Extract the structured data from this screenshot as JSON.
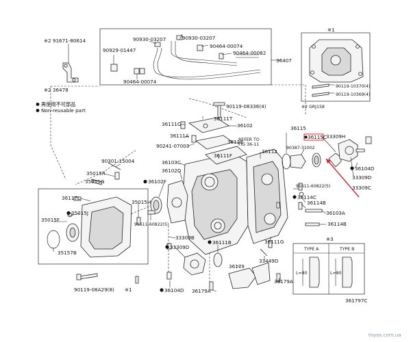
{
  "diagram": {
    "legend": {
      "items": [
        {
          "symbol": "●",
          "text": "再使用不可部品"
        },
        {
          "symbol": "●",
          "text": "Non-reusable part"
        }
      ]
    },
    "notes": {
      "n1": "※1",
      "n2": "※2 GRJ158",
      "n3": "※3"
    },
    "labels": {
      "p91671": "※2  91671-80614",
      "p36478": "※2  36478",
      "p36407": "36407",
      "p90929": "90929-01447",
      "p90930a": "90930-03207",
      "p90930b": "90930-03207",
      "p90464a": "90464-00074",
      "p90464b": "90464-00082",
      "p90464c": "90464-00074",
      "p90119_10370": "90119-10370(4)",
      "p90119_10369": "90119-10369(4)",
      "p90119_08336": "90119-08336(4)",
      "p36111t": "36111T",
      "p36111c": "36111C",
      "p36102": "36102",
      "p36111a": "36111A",
      "p90241": "90241-07003",
      "p36128": "36128",
      "p36111f": "36111F",
      "p36103c": "36103C",
      "p36102d": "36102D",
      "p36102f": "36102F",
      "p36112": "36112",
      "p90301": "90301-15004",
      "p35015r": "35015R",
      "p35015g": "35015G",
      "p36117l": "36117L",
      "p35015h": "35015H",
      "p35015j": "35015J",
      "p35015f": "35015F",
      "p35157b": "35157B",
      "p91611a": "91611-60822(5)",
      "p91611b": "91611-60822(5)",
      "p36115": "36115",
      "p36115c": "36115C",
      "p33309h": "33309H",
      "p90387": "90387-31002",
      "p36104d_a": "36104D",
      "p33309d_a": "33309D",
      "p33309c": "33309C",
      "p36114c": "36114C",
      "p36114b_a": "36114B",
      "p36103a": "36103A",
      "p36114b_b": "36114B",
      "p33309b": "33309B",
      "p33309d_b": "33309D",
      "p36111b": "36111B",
      "p36111g": "36111G",
      "p33449d": "33449D",
      "p36179": "36179",
      "p36179a_a": "36179A",
      "p36179a_b": "36179A",
      "p36104d_b": "36104D",
      "p90119_08a29": "90119-08A29(8)",
      "refer_to": "REFER TO",
      "refer_fig": "FIG 36-11",
      "type_a": "TYPE A",
      "type_b": "TYPE B",
      "l80a": "L=80",
      "l80b": "L=80",
      "fig_no": "361797C",
      "watermark": "toyox.com.ua"
    }
  }
}
